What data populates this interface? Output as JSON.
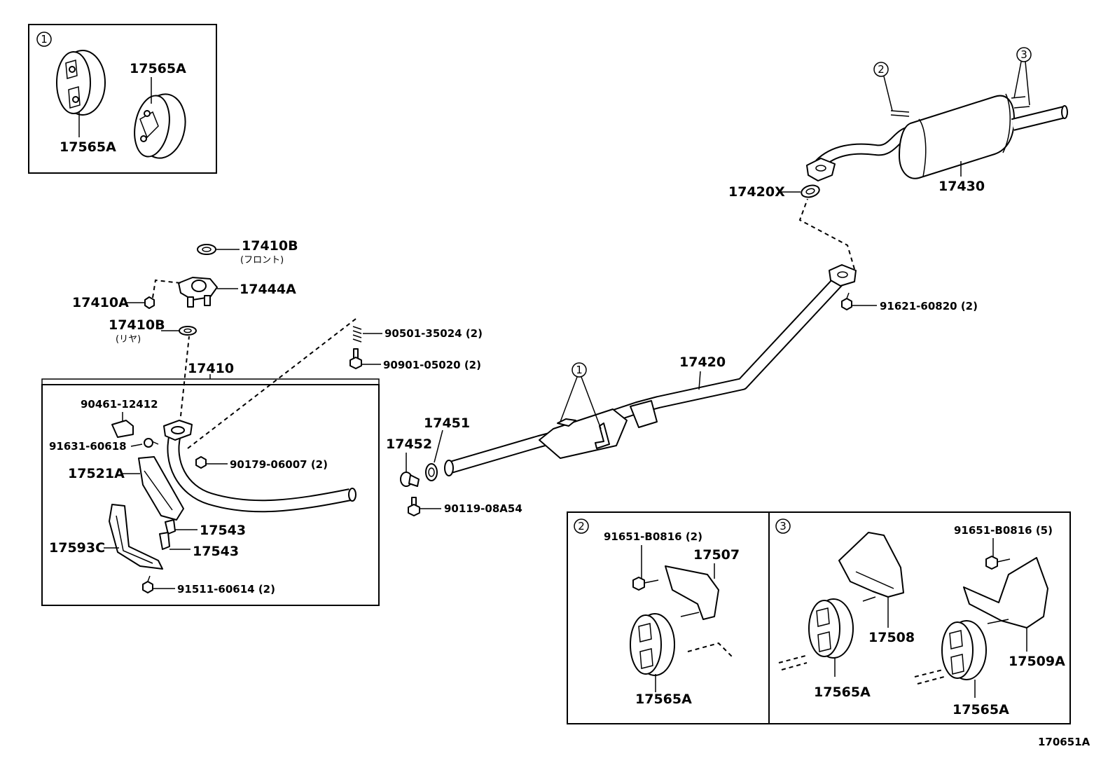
{
  "figure_code": "170651A",
  "callouts": {
    "c1": "1",
    "c2": "2",
    "c3": "3"
  },
  "inset1": {
    "callout": "1",
    "labels": [
      "17565A",
      "17565A"
    ]
  },
  "inset2": {
    "callout": "2",
    "labels": [
      "91651-B0816 (2)",
      "17507",
      "17565A"
    ]
  },
  "inset3": {
    "callout": "3",
    "labels": [
      "91651-B0816 (5)",
      "17508",
      "17509A",
      "17565A",
      "17565A"
    ]
  },
  "labels": {
    "p17410B_front": "17410B",
    "p17410B_front_sub": "(フロント)",
    "p17444A": "17444A",
    "p17410A": "17410A",
    "p17410B_rear": "17410B",
    "p17410B_rear_sub": "(リヤ)",
    "p17410": "17410",
    "p90461": "90461-12412",
    "p91631": "91631-60618",
    "p17521A": "17521A",
    "p90179": "90179-06007 (2)",
    "p17543a": "17543",
    "p17543b": "17543",
    "p17593C": "17593C",
    "p91511": "91511-60614 (2)",
    "p90501": "90501-35024 (2)",
    "p90901": "90901-05020 (2)",
    "p17451": "17451",
    "p17452": "17452",
    "p90119": "90119-08A54",
    "p17420": "17420",
    "p91621": "91621-60820 (2)",
    "p17420X": "17420X",
    "p17430": "17430"
  }
}
